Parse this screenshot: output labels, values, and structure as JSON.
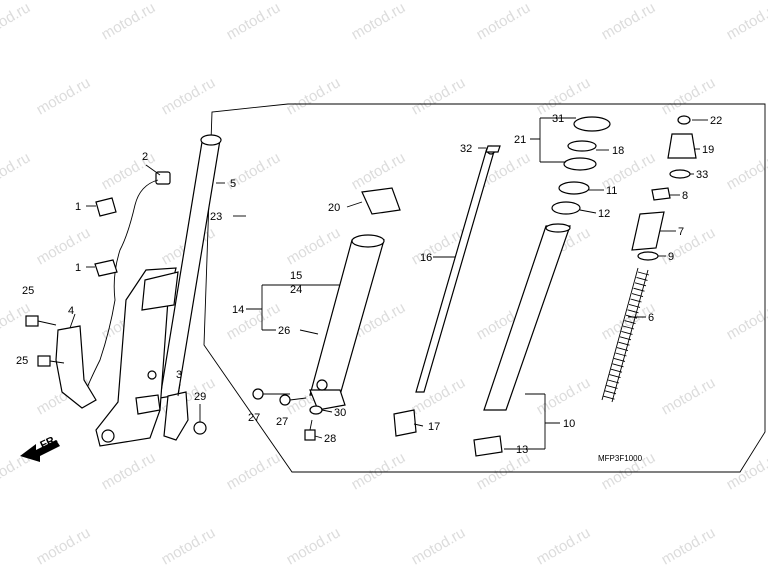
{
  "watermark": "motod.ru",
  "diagram_code": "MFP3F1000",
  "front_arrow_label": "FR.",
  "callouts": {
    "c1a": "1",
    "c1b": "1",
    "c2": "2",
    "c3": "3",
    "c4": "4",
    "c5": "5",
    "c6": "6",
    "c7": "7",
    "c8": "8",
    "c9": "9",
    "c10": "10",
    "c11": "11",
    "c12": "12",
    "c13": "13",
    "c14": "14",
    "c15": "15",
    "c16": "16",
    "c17": "17",
    "c18": "18",
    "c19": "19",
    "c20": "20",
    "c21": "21",
    "c22": "22",
    "c23": "23",
    "c24": "24",
    "c25a": "25",
    "c25b": "25",
    "c26": "26",
    "c27a": "27",
    "c27b": "27",
    "c28": "28",
    "c29": "29",
    "c30": "30",
    "c31": "31",
    "c32": "32",
    "c33": "33"
  }
}
